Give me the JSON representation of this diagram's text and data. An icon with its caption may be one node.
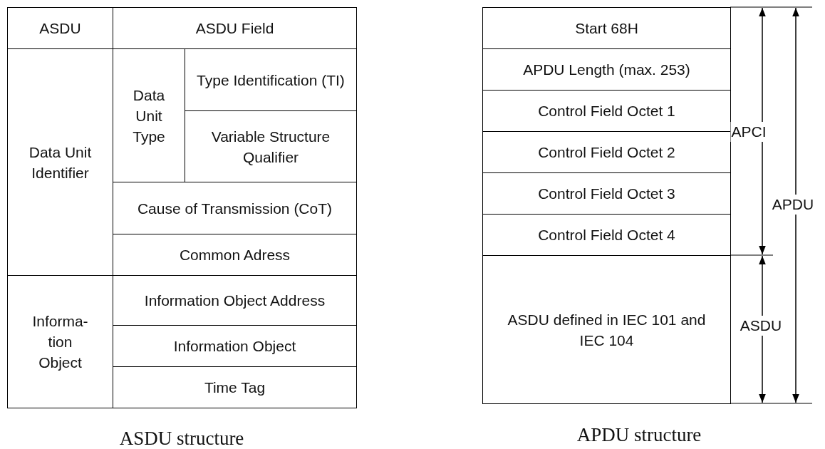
{
  "diagram": {
    "labels": [
      "ASDU",
      "ASDU Field",
      "Data Unit Identifier",
      "Data Unit Type",
      "Type Identification (TI)",
      "Variable Structure Qualifier",
      "Cause of Transmission (CoT)",
      "Common Adress",
      "Informa- tion Object",
      "Information Object Address",
      "Information Object",
      "Time Tag",
      "Start 68H",
      "APDU Length (max. 253)",
      "Control Field Octet 1",
      "Control Field Octet 2",
      "Control Field Octet 3",
      "Control Field Octet 4",
      "ASDU defined in IEC 101 and IEC 104",
      "APCI",
      "APDU",
      "ASDU",
      "ASDU structure",
      "APDU structure"
    ]
  }
}
